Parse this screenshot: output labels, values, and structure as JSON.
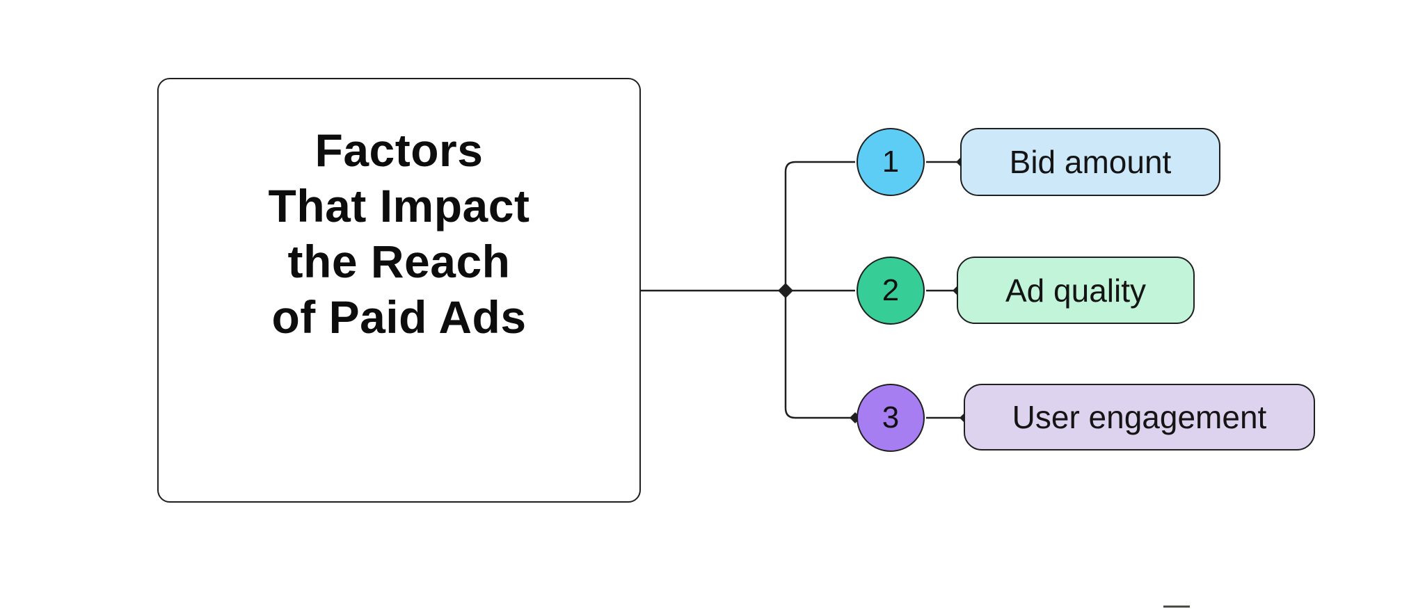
{
  "diagram": {
    "connector_color": "#1f1f1f",
    "root": {
      "title_lines": [
        "Factors",
        "That Impact",
        "the Reach",
        "of Paid Ads"
      ],
      "fill": "#ffffff",
      "border_color": "#1f1f1f",
      "text_color": "#0d0d0d"
    },
    "branches": [
      {
        "number": "1",
        "label": "Bid amount",
        "circle_fill": "#5ECDF5",
        "box_fill": "#CDE9F9"
      },
      {
        "number": "2",
        "label": "Ad quality",
        "circle_fill": "#36CE96",
        "box_fill": "#C2F4D9"
      },
      {
        "number": "3",
        "label": "User engagement",
        "circle_fill": "#A77DF2",
        "box_fill": "#DDD3EE"
      }
    ]
  }
}
